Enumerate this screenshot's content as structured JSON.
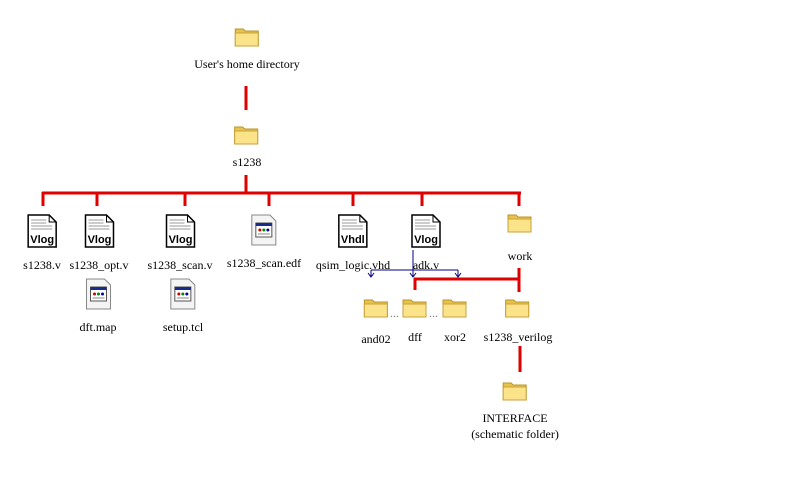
{
  "colors": {
    "tree_line": "#e00000",
    "arrow_line": "#000080",
    "folder": "#f5d469"
  },
  "nodes": {
    "home": {
      "label": "User's home directory",
      "icon": "folder-icon"
    },
    "s1238": {
      "label": "s1238",
      "icon": "folder-icon"
    },
    "s1238_v": {
      "label": "s1238.v",
      "icon": "verilog-file-icon",
      "badge": "Vlog"
    },
    "s1238_opt_v": {
      "label": "s1238_opt.v",
      "icon": "verilog-file-icon",
      "badge": "Vlog"
    },
    "s1238_scan_v": {
      "label": "s1238_scan.v",
      "icon": "verilog-file-icon",
      "badge": "Vlog"
    },
    "s1238_scan_edf": {
      "label": "s1238_scan.edf",
      "icon": "application-file-icon"
    },
    "qsim_logic_vhd": {
      "label": "qsim_logic.vhd",
      "icon": "vhdl-file-icon",
      "badge": "Vhdl"
    },
    "adk_v": {
      "label": "adk.v",
      "icon": "verilog-file-icon",
      "badge": "Vlog"
    },
    "work": {
      "label": "work",
      "icon": "folder-icon"
    },
    "dft_map": {
      "label": "dft.map",
      "icon": "application-file-icon"
    },
    "setup_tcl": {
      "label": "setup.tcl",
      "icon": "application-file-icon"
    },
    "and02": {
      "label": "and02",
      "icon": "folder-icon"
    },
    "dff": {
      "label": "dff",
      "icon": "folder-icon"
    },
    "xor2": {
      "label": "xor2",
      "icon": "folder-icon"
    },
    "s1238_verilog": {
      "label": "s1238_verilog",
      "icon": "folder-icon"
    },
    "interface": {
      "label": "INTERFACE",
      "sublabel": "(schematic folder)",
      "icon": "folder-icon"
    }
  },
  "ellipsis": "..."
}
